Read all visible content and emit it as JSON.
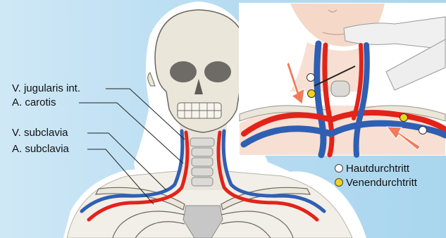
{
  "labels": {
    "v_jugularis": "V. jugularis int.",
    "a_carotis": "A. carotis",
    "v_subclavia": "V. subclavia",
    "a_subclavia": "A. subclavia"
  },
  "legend": {
    "items": [
      {
        "label": "Hautdurchtritt",
        "color": "#ffffff"
      },
      {
        "label": "Venendurchtritt",
        "color": "#f2d21c"
      }
    ]
  },
  "colors": {
    "background": "#b9ddf2",
    "vein": "#2f5fb3",
    "artery": "#e2231a",
    "bone": "#ebe6da",
    "skin": "#f5d8c8",
    "puncture_arrow": "#f07a5a"
  }
}
